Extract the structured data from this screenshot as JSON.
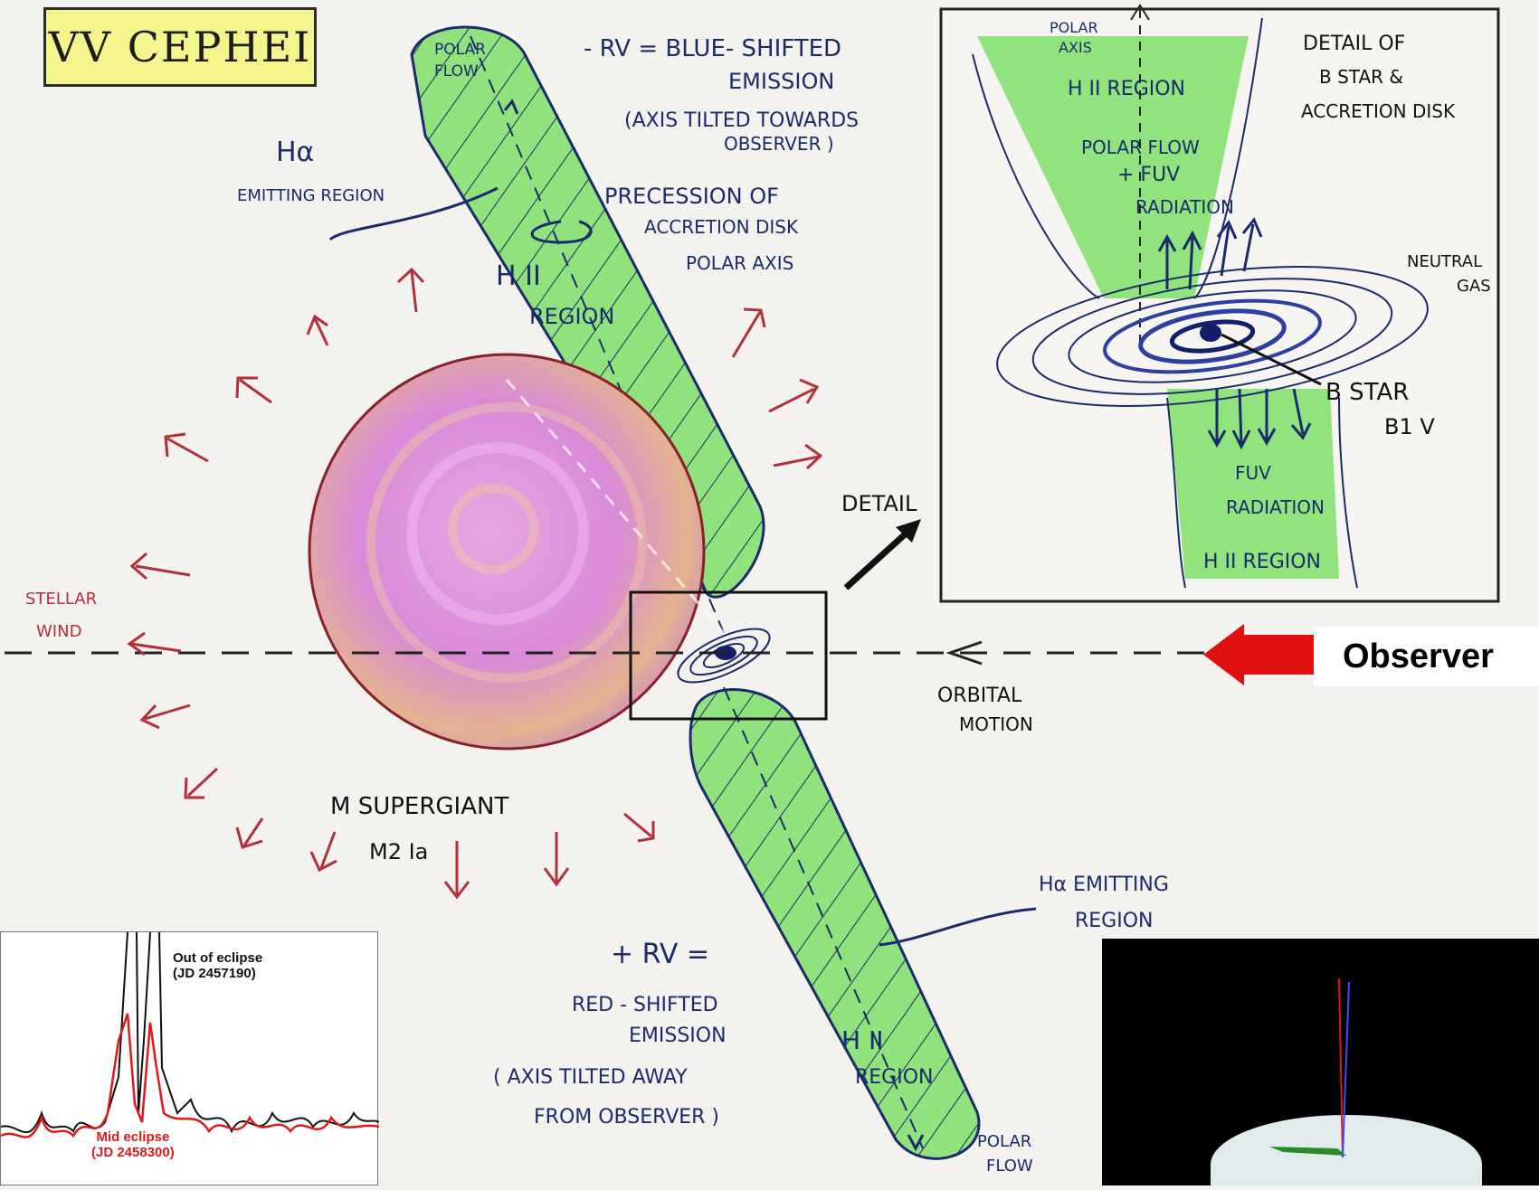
{
  "title": "VV CEPHEI",
  "observer_label": "Observer",
  "detail_arrow_label": "DETAIL",
  "main_diagram": {
    "blue_shift_note": [
      "- RV = BLUE- SHIFTED",
      "EMISSION",
      "(AXIS TILTED TOWARDS",
      "OBSERVER )"
    ],
    "red_shift_note": [
      "+ RV =",
      "RED - SHIFTED",
      "EMISSION",
      "( AXIS TILTED AWAY",
      "FROM OBSERVER )"
    ],
    "halpha_upper": [
      "Hα",
      "EMITTING REGION"
    ],
    "halpha_lower": [
      "Hα EMITTING",
      "REGION"
    ],
    "precession": [
      "PRECESSION OF",
      "ACCRETION DISK",
      "POLAR AXIS"
    ],
    "polar_flow_upper": [
      "POLAR",
      "FLOW"
    ],
    "polar_flow_lower": [
      "POLAR",
      "FLOW"
    ],
    "hii_upper": [
      "H II",
      "REGION"
    ],
    "hii_lower": [
      "H II",
      "REGION"
    ],
    "stellar_wind": [
      "STELLAR",
      "WIND"
    ],
    "orbital_motion": [
      "ORBITAL",
      "MOTION"
    ],
    "supergiant": [
      "M SUPERGIANT",
      "M2 Ia"
    ]
  },
  "detail_inset": {
    "title": [
      "DETAIL OF",
      "B STAR &",
      "ACCRETION DISK"
    ],
    "polar_axis": [
      "POLAR",
      "AXIS"
    ],
    "hii_top": "H II REGION",
    "polar_flow_fuv": [
      "POLAR FLOW",
      "+ FUV",
      "RADIATION"
    ],
    "neutral_gas": [
      "NEUTRAL",
      "GAS"
    ],
    "b_star": [
      "B STAR",
      "B1 V"
    ],
    "fuv_radiation": [
      "FUV",
      "RADIATION"
    ],
    "hii_bottom": "H II REGION"
  },
  "spectrum_inset": {
    "out_of_eclipse": [
      "Out of eclipse",
      "(JD 2457190)"
    ],
    "mid_eclipse": [
      "Mid eclipse",
      "(JD 2458300)"
    ],
    "colors": {
      "out_of_eclipse": "#111111",
      "mid_eclipse": "#e01818"
    }
  },
  "colors": {
    "supergiant_fill": "#d98bd6",
    "supergiant_edge": "#8a1f2b",
    "emission_green": "#5ed64a",
    "ink_blue": "#1b2a6b",
    "wind_red": "#b3303b",
    "observer_arrow": "#e01010"
  }
}
